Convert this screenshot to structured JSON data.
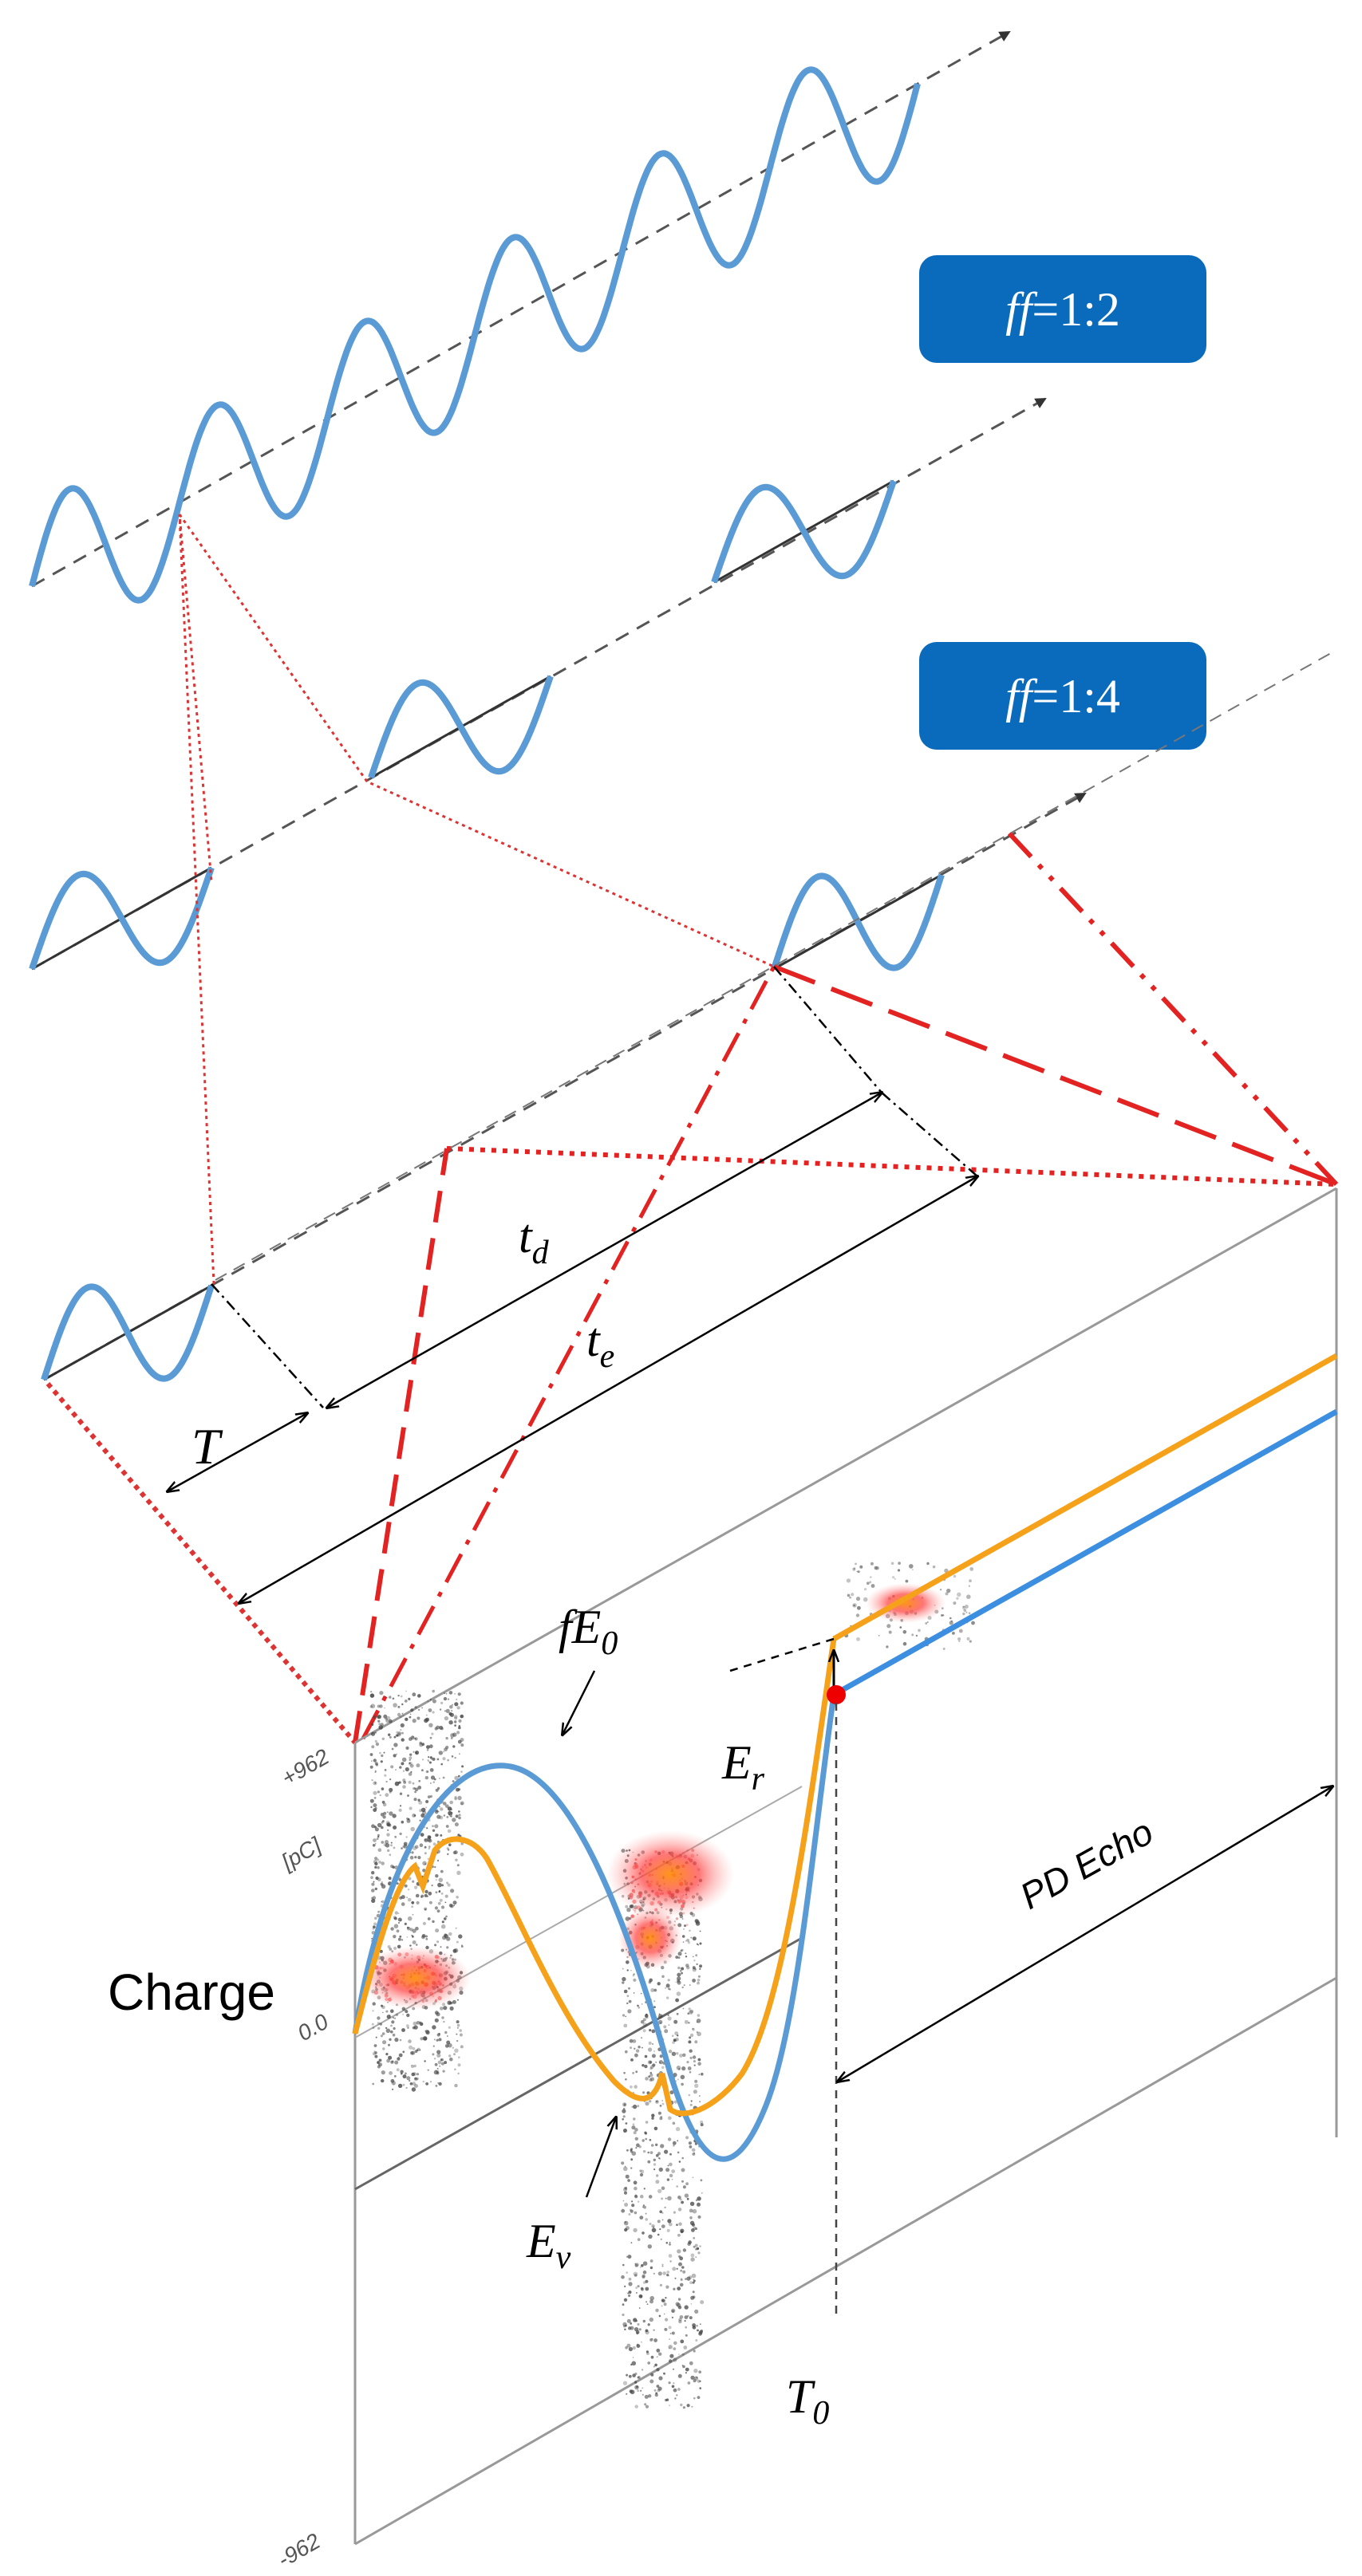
{
  "badges": {
    "ff_half": {
      "prefix": "ff",
      "suffix": "=1:2"
    },
    "ff_quarter": {
      "prefix": "ff",
      "suffix": "=1:4"
    }
  },
  "labels": {
    "td": {
      "base": "t",
      "sub": "d"
    },
    "te": {
      "base": "t",
      "sub": "e"
    },
    "T": "T",
    "fE0": {
      "base": "fE",
      "sub": "0"
    },
    "Er": {
      "base": "E",
      "sub": "r"
    },
    "Ev": {
      "base": "E",
      "sub": "v"
    },
    "T0": {
      "base": "T",
      "sub": "0"
    },
    "charge": "Charge",
    "pd_echo": "PD Echo"
  },
  "axis": {
    "top": "+962",
    "unit": "[pC]",
    "zero": "0.0",
    "bottom": "-962"
  },
  "colors": {
    "sine": "#5b9bd5",
    "badge": "#0a6bbd",
    "red": "#e32222",
    "orange": "#f5a21a",
    "blue_curve": "#4a8fdd"
  }
}
